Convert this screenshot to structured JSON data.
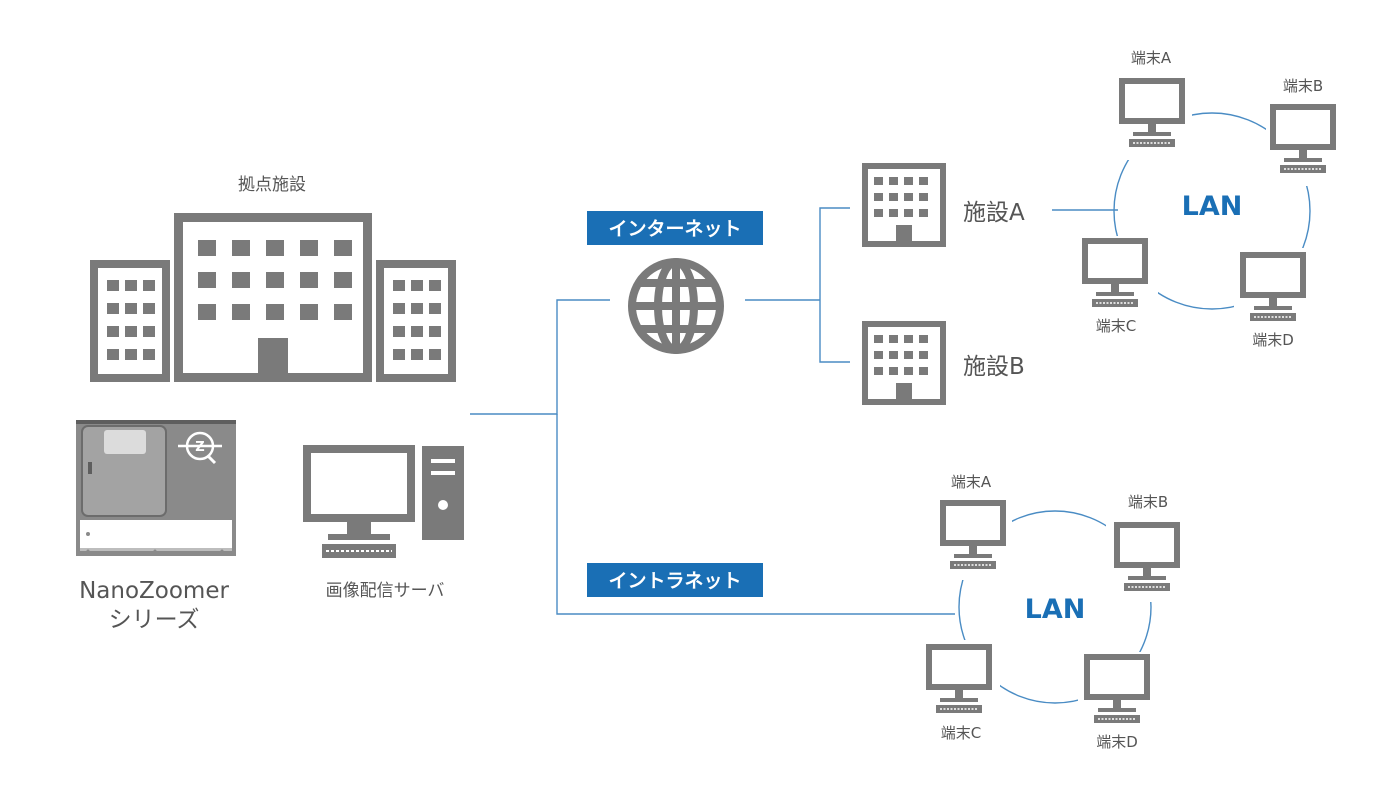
{
  "colors": {
    "icon": "#7a7a7a",
    "line": "#4a8cc4",
    "badge": "#1a6fb5",
    "lan_text": "#1a6fb5"
  },
  "hub": {
    "title": "拠点施設"
  },
  "devices": {
    "scanner": {
      "line1": "NanoZoomer",
      "line2": "シリーズ"
    },
    "server": {
      "label": "画像配信サーバ"
    }
  },
  "networks": {
    "internet": {
      "label": "インターネット",
      "icon": "globe-icon"
    },
    "intranet": {
      "label": "イントラネット"
    }
  },
  "facilities": {
    "a": {
      "label": "施設A"
    },
    "b": {
      "label": "施設B"
    }
  },
  "lan_internet": {
    "label": "LAN",
    "terminals": {
      "a": "端末A",
      "b": "端末B",
      "c": "端末C",
      "d": "端末D"
    }
  },
  "lan_intranet": {
    "label": "LAN",
    "terminals": {
      "a": "端末A",
      "b": "端末B",
      "c": "端末C",
      "d": "端末D"
    }
  }
}
